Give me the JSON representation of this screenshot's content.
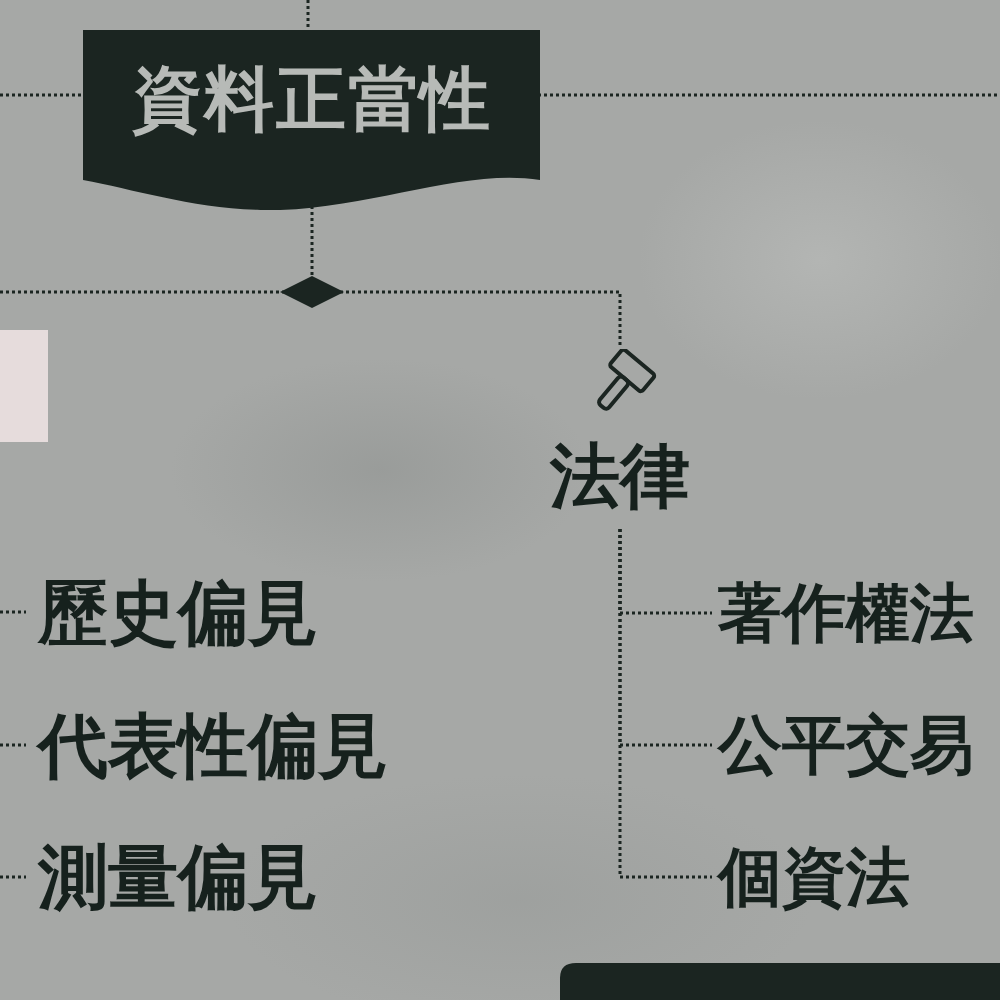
{
  "diagram": {
    "nodes": [
      {
        "text": [
          "資料正當性"
        ]
      },
      {
        "text": [
          "法律"
        ]
      },
      {
        "text": [
          "歷史偏見"
        ]
      },
      {
        "text": [
          "代表性偏見"
        ]
      },
      {
        "text": [
          "測量偏見"
        ]
      },
      {
        "text": [
          "著作權法"
        ]
      },
      {
        "text": [
          "公平交易"
        ]
      },
      {
        "text": [
          "個資法"
        ]
      }
    ],
    "edges": [
      {
        "from": 0,
        "to": 1,
        "arrow": "none"
      },
      {
        "from": 1,
        "to": 5,
        "arrow": "none"
      },
      {
        "from": 1,
        "to": 6,
        "arrow": "none"
      },
      {
        "from": 1,
        "to": 7,
        "arrow": "none"
      }
    ]
  }
}
